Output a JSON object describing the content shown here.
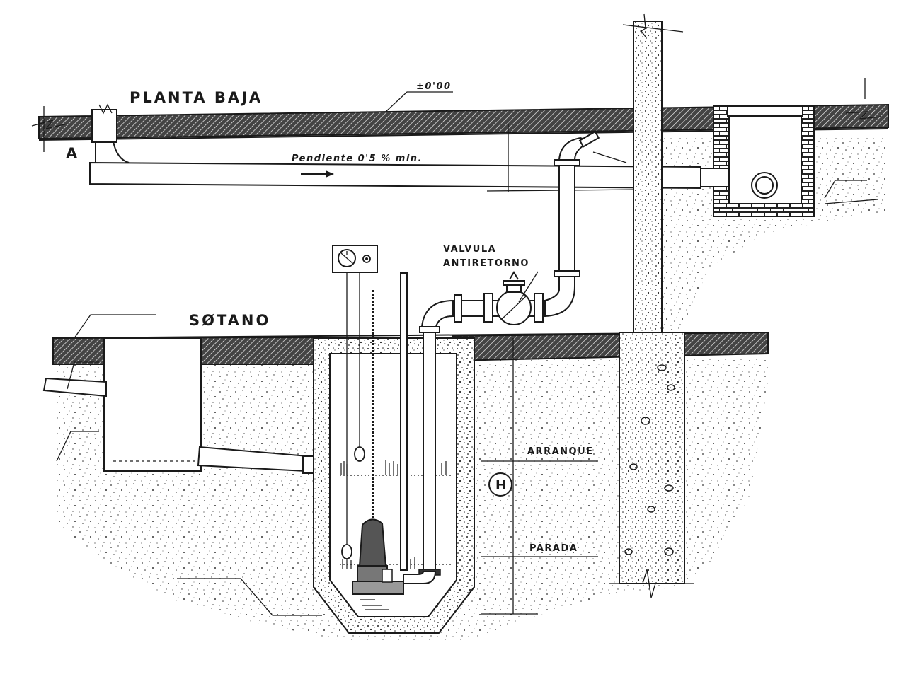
{
  "labels": {
    "planta_baja": "PLANTA BAJA",
    "level_zero": "±0'00",
    "point_a": "A",
    "slope": "Pendiente 0'5 % min.",
    "valve_line1": "VALVULA",
    "valve_line2": "ANTIRETORNO",
    "sotano": "SØTANO",
    "arranque": "ARRANQUE",
    "parada": "PARADA",
    "height_marker": "H"
  },
  "colors": {
    "ink": "#1a1a1a",
    "paper": "#ffffff"
  }
}
